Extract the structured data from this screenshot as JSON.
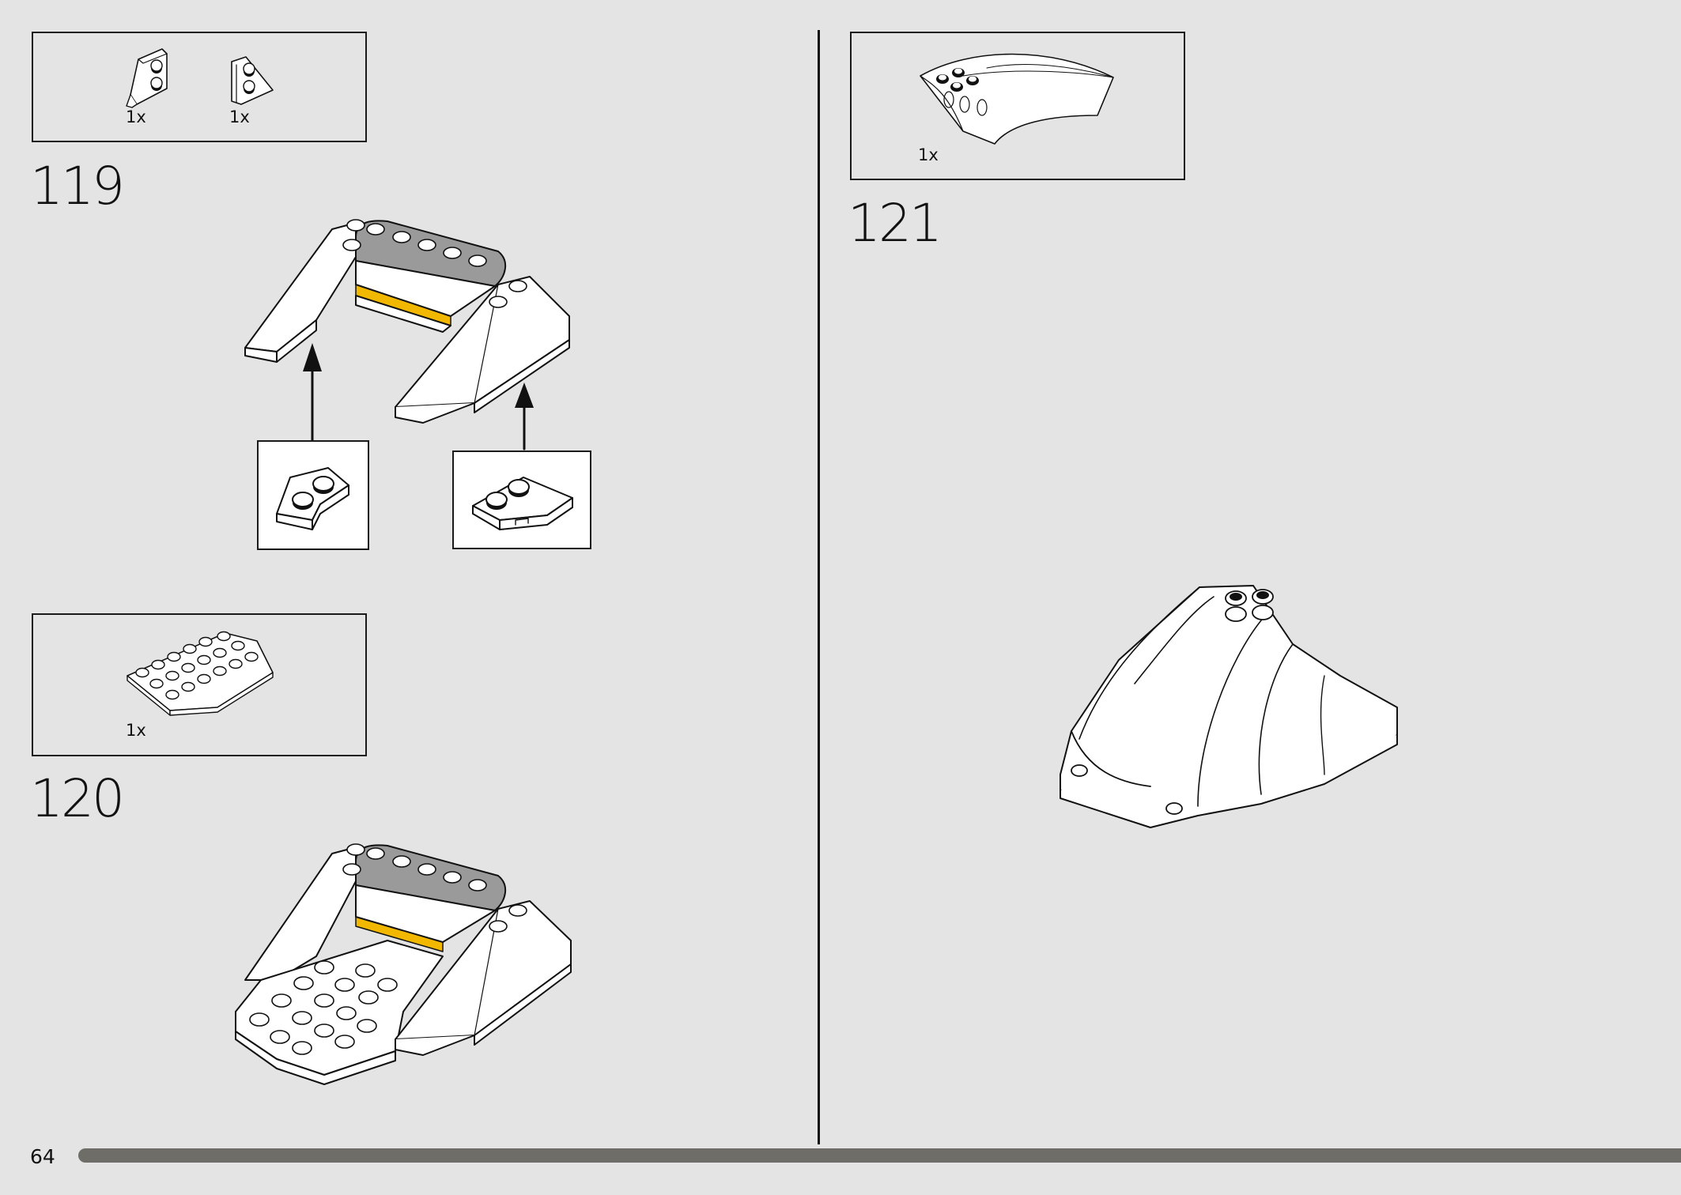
{
  "page": {
    "number": "64"
  },
  "steps": [
    {
      "number": "119",
      "parts": [
        {
          "qty": "1x",
          "icon": "wedge-plate-left-icon"
        },
        {
          "qty": "1x",
          "icon": "wedge-plate-right-icon"
        }
      ]
    },
    {
      "number": "120",
      "parts": [
        {
          "qty": "1x",
          "icon": "wedge-plate-studded-icon"
        }
      ]
    },
    {
      "number": "121",
      "parts": [
        {
          "qty": "1x",
          "icon": "curved-slope-icon"
        }
      ]
    }
  ],
  "progress": {
    "fraction": 1.0
  },
  "colors": {
    "background": "#e4e4e4",
    "accent_yellow": "#f2b800",
    "grey_part": "#9a9a9a",
    "progress_bar": "#6f6d68"
  }
}
